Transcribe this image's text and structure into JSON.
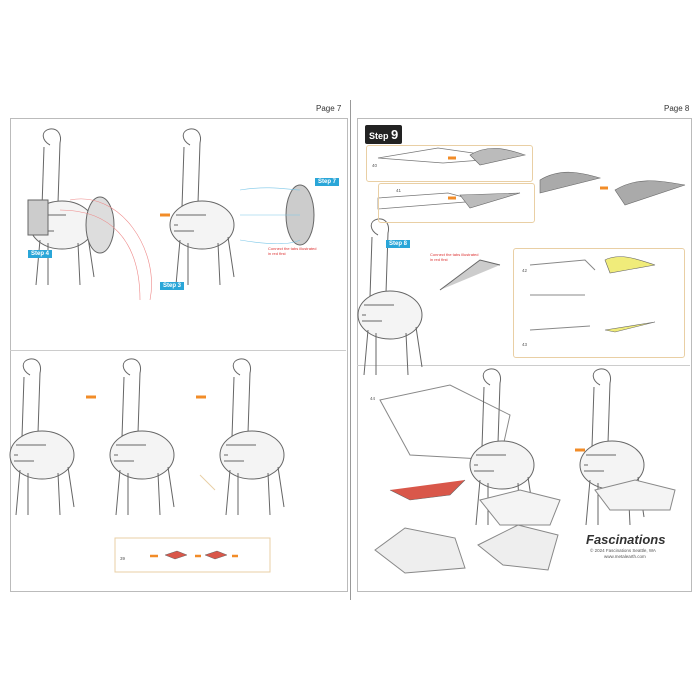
{
  "pages": [
    {
      "label": "Page 7",
      "steps": [
        "Step 4",
        "Step 3",
        "Step 7"
      ],
      "note": "Connect the tabs illustrated in red first",
      "parts": [
        "39"
      ]
    },
    {
      "label": "Page 8",
      "title_word": "Step",
      "title_number": "9",
      "steps": [
        "Step 8"
      ],
      "note": "Connect the tabs illustrated in red first",
      "parts": [
        "40",
        "41",
        "42",
        "43",
        "44"
      ]
    }
  ],
  "footer": {
    "brand": "Fascinations",
    "copyright": "© 2024 Fascinations Seattle, WA",
    "url": "www.metalearth.com"
  },
  "colors": {
    "accent": "#2aa6d8",
    "arrow": "#f28c28",
    "highlight": "#f0ec7a",
    "base_red": "#d9574a"
  }
}
